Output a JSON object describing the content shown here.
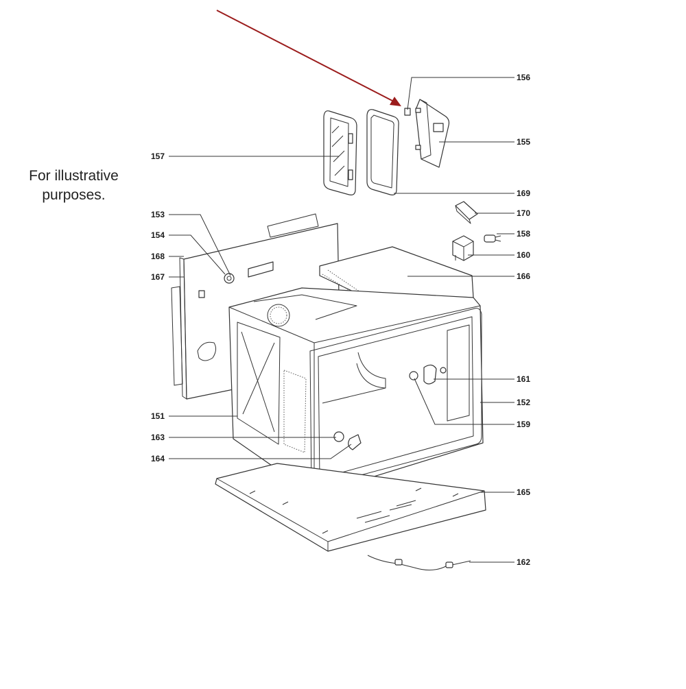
{
  "note": {
    "line1": "For illustrative",
    "line2": "purposes."
  },
  "colors": {
    "arrow": "#9b1c1c",
    "lines": "#333333",
    "text": "#1a1a1a"
  },
  "callouts": [
    {
      "id": "156",
      "label": "156"
    },
    {
      "id": "155",
      "label": "155"
    },
    {
      "id": "157",
      "label": "157"
    },
    {
      "id": "169",
      "label": "169"
    },
    {
      "id": "170",
      "label": "170"
    },
    {
      "id": "153",
      "label": "153"
    },
    {
      "id": "158",
      "label": "158"
    },
    {
      "id": "154",
      "label": "154"
    },
    {
      "id": "160",
      "label": "160"
    },
    {
      "id": "168",
      "label": "168"
    },
    {
      "id": "167",
      "label": "167"
    },
    {
      "id": "166",
      "label": "166"
    },
    {
      "id": "161",
      "label": "161"
    },
    {
      "id": "152",
      "label": "152"
    },
    {
      "id": "151",
      "label": "151"
    },
    {
      "id": "159",
      "label": "159"
    },
    {
      "id": "163",
      "label": "163"
    },
    {
      "id": "164",
      "label": "164"
    },
    {
      "id": "165",
      "label": "165"
    },
    {
      "id": "162",
      "label": "162"
    }
  ]
}
